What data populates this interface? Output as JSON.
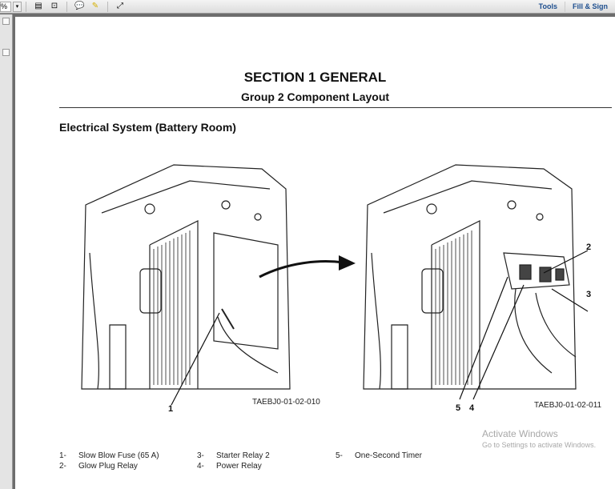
{
  "toolbar": {
    "zoom_value": "%",
    "tools_label": "Tools",
    "fill_sign_label": "Fill & Sign"
  },
  "document": {
    "section_title": "SECTION 1 GENERAL",
    "group_title": "Group 2 Component Layout",
    "heading": "Electrical System (Battery Room)",
    "figure_left_code": "TAEBJ0-01-02-010",
    "figure_right_code": "TAEBJ0-01-02-011",
    "callouts": {
      "c1": "1",
      "c2": "2",
      "c3": "3",
      "c4": "4",
      "c5": "5"
    },
    "legend": [
      {
        "num": "1-",
        "label": "Slow Blow Fuse (65 A)"
      },
      {
        "num": "2-",
        "label": "Glow Plug Relay"
      },
      {
        "num": "3-",
        "label": "Starter Relay 2"
      },
      {
        "num": "4-",
        "label": "Power Relay"
      },
      {
        "num": "5-",
        "label": "One-Second Timer"
      }
    ]
  },
  "watermark": {
    "title": "Activate Windows",
    "subtitle": "Go to Settings to activate Windows."
  }
}
